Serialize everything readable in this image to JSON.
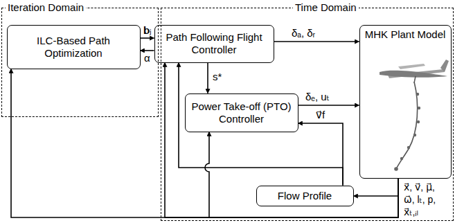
{
  "diagram": {
    "nodes": [
      {
        "text": [
          "Iteration Domain"
        ]
      },
      {
        "text": [
          "Time Domain"
        ]
      },
      {
        "text": [
          "ILC-Based Path Optimization"
        ],
        "in": 0
      },
      {
        "text": [
          "Path Following Flight Controller"
        ],
        "in": 1
      },
      {
        "text": [
          "Power Take-off (PTO) Controller"
        ],
        "in": 1
      },
      {
        "text": [
          "MHK Plant Model"
        ],
        "in": 1
      },
      {
        "text": [
          "Flow Profile"
        ],
        "in": 1
      }
    ],
    "edges": [
      {
        "from": 2,
        "to": 3,
        "label": "𝐛ⱼ",
        "arrow": "to"
      },
      {
        "from": 3,
        "to": 2,
        "label": "α",
        "arrow": "to"
      },
      {
        "from": 3,
        "to": 5,
        "label": "δₐ, δᵣ",
        "arrow": "to"
      },
      {
        "from": 3,
        "to": 4,
        "label": "s*",
        "arrow": "to"
      },
      {
        "from": 4,
        "to": 5,
        "label": "δₑ, uₜ",
        "arrow": "to"
      },
      {
        "from": 6,
        "to": 4,
        "label": "v⃗f",
        "arrow": "to"
      },
      {
        "from": 6,
        "to": 3,
        "arrow": "to"
      },
      {
        "from": 5,
        "to": 6,
        "arrow": "to"
      },
      {
        "from": 5,
        "to": 2,
        "arrow": "to"
      },
      {
        "from": 5,
        "to": 3,
        "arrow": "to"
      },
      {
        "from": 5,
        "to": 4,
        "arrow": "to"
      }
    ],
    "labels": [
      "x⃗, v⃗, μ⃗,",
      "ω⃗, lₜ, p,",
      "x⃗ₜ,ᵢₗ"
    ]
  }
}
